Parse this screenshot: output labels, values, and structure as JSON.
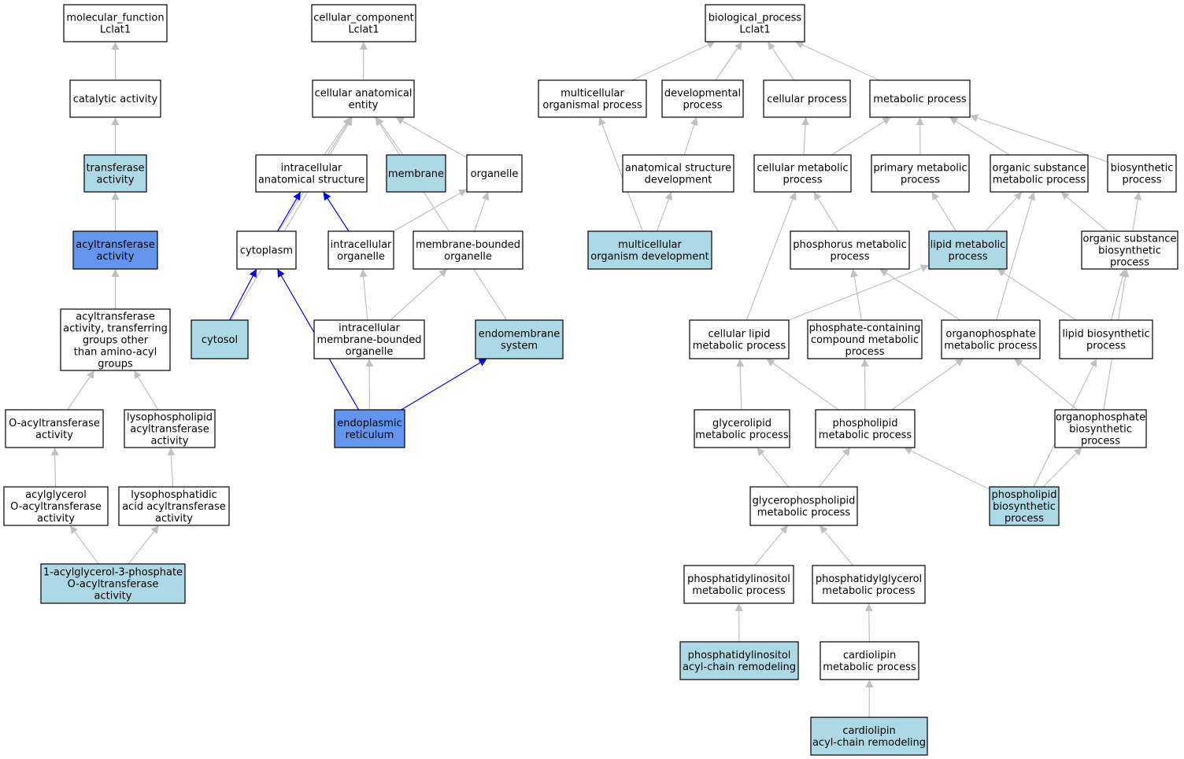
{
  "colors": {
    "default": "#ffffff",
    "light": "#add8e6",
    "dark": "#6495ed",
    "edge_gray": "#c0c0c0",
    "edge_blue": "#0000ff"
  },
  "nodes": {
    "mf_root": {
      "lines": [
        "molecular_function",
        "Lclat1"
      ],
      "fill": "default"
    },
    "catalytic": {
      "lines": [
        "catalytic activity"
      ],
      "fill": "default"
    },
    "transferase": {
      "lines": [
        "transferase",
        "activity"
      ],
      "fill": "light"
    },
    "acyltransferase": {
      "lines": [
        "acyltransferase",
        "activity"
      ],
      "fill": "dark"
    },
    "acyl_other": {
      "lines": [
        "acyltransferase",
        "activity, transferring",
        "groups other",
        "than amino-acyl",
        "groups"
      ],
      "fill": "default"
    },
    "o_acyl": {
      "lines": [
        "O-acyltransferase",
        "activity"
      ],
      "fill": "default"
    },
    "lysopl_acyl": {
      "lines": [
        "lysophospholipid",
        "acyltransferase",
        "activity"
      ],
      "fill": "default"
    },
    "acylglycerol_oacyl": {
      "lines": [
        "acylglycerol",
        "O-acyltransferase",
        "activity"
      ],
      "fill": "default"
    },
    "lysophosphatidic": {
      "lines": [
        "lysophosphatidic",
        "acid acyltransferase",
        "activity"
      ],
      "fill": "default"
    },
    "agpat": {
      "lines": [
        "1-acylglycerol-3-phosphate",
        "O-acyltransferase",
        "activity"
      ],
      "fill": "light"
    },
    "cc_root": {
      "lines": [
        "cellular_component",
        "Lclat1"
      ],
      "fill": "default"
    },
    "cae": {
      "lines": [
        "cellular anatomical",
        "entity"
      ],
      "fill": "default"
    },
    "ias": {
      "lines": [
        "intracellular",
        "anatomical structure"
      ],
      "fill": "default"
    },
    "membrane": {
      "lines": [
        "membrane"
      ],
      "fill": "light"
    },
    "organelle": {
      "lines": [
        "organelle"
      ],
      "fill": "default"
    },
    "cytoplasm": {
      "lines": [
        "cytoplasm"
      ],
      "fill": "default"
    },
    "ic_organelle": {
      "lines": [
        "intracellular",
        "organelle"
      ],
      "fill": "default"
    },
    "mb_organelle": {
      "lines": [
        "membrane-bounded",
        "organelle"
      ],
      "fill": "default"
    },
    "cytosol": {
      "lines": [
        "cytosol"
      ],
      "fill": "light"
    },
    "ic_mb_organelle": {
      "lines": [
        "intracellular",
        "membrane-bounded",
        "organelle"
      ],
      "fill": "default"
    },
    "endomembrane": {
      "lines": [
        "endomembrane",
        "system"
      ],
      "fill": "light"
    },
    "er": {
      "lines": [
        "endoplasmic",
        "reticulum"
      ],
      "fill": "dark"
    },
    "bp_root": {
      "lines": [
        "biological_process",
        "Lclat1"
      ],
      "fill": "default"
    },
    "multicell_proc": {
      "lines": [
        "multicellular",
        "organismal process"
      ],
      "fill": "default"
    },
    "dev_proc": {
      "lines": [
        "developmental",
        "process"
      ],
      "fill": "default"
    },
    "cell_proc": {
      "lines": [
        "cellular process"
      ],
      "fill": "default"
    },
    "metab_proc": {
      "lines": [
        "metabolic process"
      ],
      "fill": "default"
    },
    "anat_dev": {
      "lines": [
        "anatomical structure",
        "development"
      ],
      "fill": "default"
    },
    "cell_metab": {
      "lines": [
        "cellular metabolic",
        "process"
      ],
      "fill": "default"
    },
    "prim_metab": {
      "lines": [
        "primary metabolic",
        "process"
      ],
      "fill": "default"
    },
    "org_sub_metab": {
      "lines": [
        "organic substance",
        "metabolic process"
      ],
      "fill": "default"
    },
    "biosynth": {
      "lines": [
        "biosynthetic",
        "process"
      ],
      "fill": "default"
    },
    "multicell_dev": {
      "lines": [
        "multicellular",
        "organism development"
      ],
      "fill": "light"
    },
    "phos_metab": {
      "lines": [
        "phosphorus metabolic",
        "process"
      ],
      "fill": "default"
    },
    "lipid_metab": {
      "lines": [
        "lipid metabolic",
        "process"
      ],
      "fill": "light"
    },
    "org_sub_biosyn": {
      "lines": [
        "organic substance",
        "biosynthetic",
        "process"
      ],
      "fill": "default"
    },
    "cell_lipid": {
      "lines": [
        "cellular lipid",
        "metabolic process"
      ],
      "fill": "default"
    },
    "phosphate_cont": {
      "lines": [
        "phosphate-containing",
        "compound metabolic",
        "process"
      ],
      "fill": "default"
    },
    "organophos_metab": {
      "lines": [
        "organophosphate",
        "metabolic process"
      ],
      "fill": "default"
    },
    "lipid_biosyn": {
      "lines": [
        "lipid biosynthetic",
        "process"
      ],
      "fill": "default"
    },
    "glycerolipid": {
      "lines": [
        "glycerolipid",
        "metabolic process"
      ],
      "fill": "default"
    },
    "phospholipid_metab": {
      "lines": [
        "phospholipid",
        "metabolic process"
      ],
      "fill": "default"
    },
    "organophos_biosyn": {
      "lines": [
        "organophosphate",
        "biosynthetic",
        "process"
      ],
      "fill": "default"
    },
    "glycerophos": {
      "lines": [
        "glycerophospholipid",
        "metabolic process"
      ],
      "fill": "default"
    },
    "pl_biosyn": {
      "lines": [
        "phospholipid",
        "biosynthetic",
        "process"
      ],
      "fill": "light"
    },
    "pi_metab": {
      "lines": [
        "phosphatidylinositol",
        "metabolic process"
      ],
      "fill": "default"
    },
    "pg_metab": {
      "lines": [
        "phosphatidylglycerol",
        "metabolic process"
      ],
      "fill": "default"
    },
    "pi_remodel": {
      "lines": [
        "phosphatidylinositol",
        "acyl-chain remodeling"
      ],
      "fill": "light"
    },
    "cl_metab": {
      "lines": [
        "cardiolipin",
        "metabolic process"
      ],
      "fill": "default"
    },
    "cl_remodel": {
      "lines": [
        "cardiolipin",
        "acyl-chain remodeling"
      ],
      "fill": "light"
    }
  },
  "edges": [
    {
      "from": "catalytic",
      "to": "mf_root",
      "color": "edge_gray"
    },
    {
      "from": "transferase",
      "to": "catalytic",
      "color": "edge_gray"
    },
    {
      "from": "acyltransferase",
      "to": "transferase",
      "color": "edge_gray"
    },
    {
      "from": "acyl_other",
      "to": "acyltransferase",
      "color": "edge_gray"
    },
    {
      "from": "o_acyl",
      "to": "acyl_other",
      "color": "edge_gray"
    },
    {
      "from": "lysopl_acyl",
      "to": "acyl_other",
      "color": "edge_gray"
    },
    {
      "from": "acylglycerol_oacyl",
      "to": "o_acyl",
      "color": "edge_gray"
    },
    {
      "from": "lysophosphatidic",
      "to": "lysopl_acyl",
      "color": "edge_gray"
    },
    {
      "from": "agpat",
      "to": "acylglycerol_oacyl",
      "color": "edge_gray"
    },
    {
      "from": "agpat",
      "to": "lysophosphatidic",
      "color": "edge_gray"
    },
    {
      "from": "cae",
      "to": "cc_root",
      "color": "edge_gray"
    },
    {
      "from": "ias",
      "to": "cae",
      "color": "edge_gray"
    },
    {
      "from": "membrane",
      "to": "cae",
      "color": "edge_gray"
    },
    {
      "from": "organelle",
      "to": "cae",
      "color": "edge_gray"
    },
    {
      "from": "cytoplasm",
      "to": "cae",
      "color": "edge_gray"
    },
    {
      "from": "cytosol",
      "to": "cae",
      "color": "edge_gray"
    },
    {
      "from": "endomembrane",
      "to": "cae",
      "color": "edge_gray"
    },
    {
      "from": "cytoplasm",
      "to": "ias",
      "color": "edge_blue"
    },
    {
      "from": "ic_organelle",
      "to": "ias",
      "color": "edge_blue"
    },
    {
      "from": "ic_organelle",
      "to": "organelle",
      "color": "edge_gray"
    },
    {
      "from": "mb_organelle",
      "to": "organelle",
      "color": "edge_gray"
    },
    {
      "from": "cytosol",
      "to": "cytoplasm",
      "color": "edge_blue"
    },
    {
      "from": "er",
      "to": "cytoplasm",
      "color": "edge_blue"
    },
    {
      "from": "ic_mb_organelle",
      "to": "ic_organelle",
      "color": "edge_gray"
    },
    {
      "from": "ic_mb_organelle",
      "to": "mb_organelle",
      "color": "edge_gray"
    },
    {
      "from": "er",
      "to": "ic_mb_organelle",
      "color": "edge_gray"
    },
    {
      "from": "er",
      "to": "endomembrane",
      "color": "edge_blue"
    },
    {
      "from": "multicell_proc",
      "to": "bp_root",
      "color": "edge_gray"
    },
    {
      "from": "dev_proc",
      "to": "bp_root",
      "color": "edge_gray"
    },
    {
      "from": "cell_proc",
      "to": "bp_root",
      "color": "edge_gray"
    },
    {
      "from": "metab_proc",
      "to": "bp_root",
      "color": "edge_gray"
    },
    {
      "from": "anat_dev",
      "to": "dev_proc",
      "color": "edge_gray"
    },
    {
      "from": "multicell_dev",
      "to": "multicell_proc",
      "color": "edge_gray"
    },
    {
      "from": "multicell_dev",
      "to": "anat_dev",
      "color": "edge_gray"
    },
    {
      "from": "cell_metab",
      "to": "cell_proc",
      "color": "edge_gray"
    },
    {
      "from": "cell_metab",
      "to": "metab_proc",
      "color": "edge_gray"
    },
    {
      "from": "prim_metab",
      "to": "metab_proc",
      "color": "edge_gray"
    },
    {
      "from": "org_sub_metab",
      "to": "metab_proc",
      "color": "edge_gray"
    },
    {
      "from": "biosynth",
      "to": "metab_proc",
      "color": "edge_gray"
    },
    {
      "from": "phos_metab",
      "to": "cell_metab",
      "color": "edge_gray"
    },
    {
      "from": "cell_lipid",
      "to": "cell_metab",
      "color": "edge_gray"
    },
    {
      "from": "lipid_metab",
      "to": "prim_metab",
      "color": "edge_gray"
    },
    {
      "from": "lipid_metab",
      "to": "org_sub_metab",
      "color": "edge_gray"
    },
    {
      "from": "org_sub_biosyn",
      "to": "org_sub_metab",
      "color": "edge_gray"
    },
    {
      "from": "org_sub_biosyn",
      "to": "biosynth",
      "color": "edge_gray"
    },
    {
      "from": "organophos_metab",
      "to": "org_sub_metab",
      "color": "edge_gray"
    },
    {
      "from": "phosphate_cont",
      "to": "phos_metab",
      "color": "edge_gray"
    },
    {
      "from": "organophos_metab",
      "to": "phos_metab",
      "color": "edge_gray"
    },
    {
      "from": "cell_lipid",
      "to": "lipid_metab",
      "color": "edge_gray"
    },
    {
      "from": "lipid_biosyn",
      "to": "lipid_metab",
      "color": "edge_gray"
    },
    {
      "from": "lipid_biosyn",
      "to": "org_sub_biosyn",
      "color": "edge_gray"
    },
    {
      "from": "organophos_biosyn",
      "to": "org_sub_biosyn",
      "color": "edge_gray"
    },
    {
      "from": "glycerolipid",
      "to": "cell_lipid",
      "color": "edge_gray"
    },
    {
      "from": "phospholipid_metab",
      "to": "cell_lipid",
      "color": "edge_gray"
    },
    {
      "from": "phospholipid_metab",
      "to": "phosphate_cont",
      "color": "edge_gray"
    },
    {
      "from": "phospholipid_metab",
      "to": "organophos_metab",
      "color": "edge_gray"
    },
    {
      "from": "organophos_biosyn",
      "to": "organophos_metab",
      "color": "edge_gray"
    },
    {
      "from": "pl_biosyn",
      "to": "lipid_biosyn",
      "color": "edge_gray"
    },
    {
      "from": "glycerophos",
      "to": "glycerolipid",
      "color": "edge_gray"
    },
    {
      "from": "glycerophos",
      "to": "phospholipid_metab",
      "color": "edge_gray"
    },
    {
      "from": "pl_biosyn",
      "to": "phospholipid_metab",
      "color": "edge_gray"
    },
    {
      "from": "pl_biosyn",
      "to": "organophos_biosyn",
      "color": "edge_gray"
    },
    {
      "from": "pi_metab",
      "to": "glycerophos",
      "color": "edge_gray"
    },
    {
      "from": "pg_metab",
      "to": "glycerophos",
      "color": "edge_gray"
    },
    {
      "from": "pi_remodel",
      "to": "pi_metab",
      "color": "edge_gray"
    },
    {
      "from": "cl_metab",
      "to": "pg_metab",
      "color": "edge_gray"
    },
    {
      "from": "cl_remodel",
      "to": "cl_metab",
      "color": "edge_gray"
    }
  ]
}
